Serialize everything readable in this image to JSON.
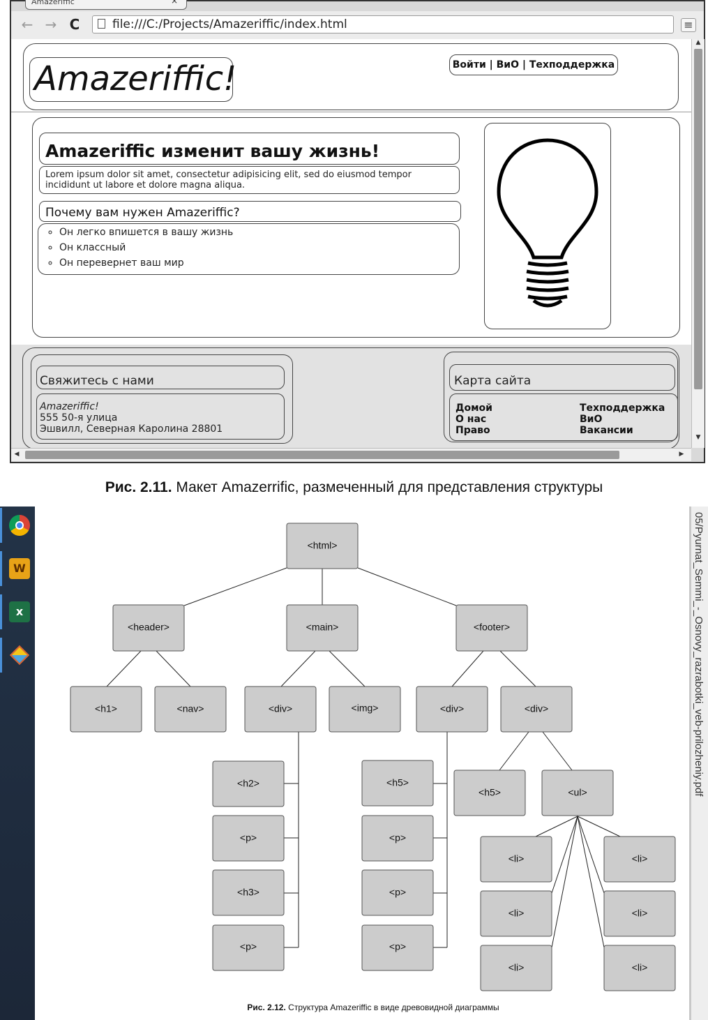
{
  "browser": {
    "tab_title": "Amazeriffic",
    "tab_close": "×",
    "back_icon": "←",
    "forward_icon": "→",
    "reload_icon": "C",
    "url": "file:///C:/Projects/Amazeriffic/index.html",
    "menu_icon": "≡"
  },
  "page": {
    "logo": "Amazeriffic!",
    "nav": "Войти | ВиО | Техподдержка",
    "headline": "Amazeriffic изменит вашу жизнь!",
    "lorem_line1": "Lorem ipsum dolor sit amet, consectetur adipisicing elit, sed do eiusmod tempor",
    "lorem_line2": "incididunt ut labore et dolore magna aliqua.",
    "why_title": "Почему вам нужен Amazeriffic?",
    "reasons": [
      "Он легко впишется в вашу жизнь",
      "Он классный",
      "Он перевернет ваш мир"
    ],
    "contact_title": "Свяжитесь с нами",
    "address_name": "Amazeriffic!",
    "address_street": "555 50-я улица",
    "address_city": "Эшвилл, Северная Каролина 28801",
    "sitemap_title": "Карта сайта",
    "sitemap_col1": [
      "Домой",
      "О нас",
      "Право"
    ],
    "sitemap_col2": [
      "Техподдержка",
      "ВиО",
      "Вакансии"
    ]
  },
  "caption1": {
    "label": "Рис. 2.11.",
    "text": " Макет Amazerrific, размеченный для представления структуры"
  },
  "taskbar": {
    "apps": [
      "chrome-icon",
      "w-app-icon",
      "excel-icon",
      "diamond-app-icon"
    ],
    "w_letter": "W",
    "x_letter": "x"
  },
  "right_panel": {
    "filename": "05/Pyurnat_Semmi_-_Osnovy_razrabotki_veb-prilozheniy.pdf"
  },
  "tree": {
    "html": "<html>",
    "header": "<header>",
    "main": "<main>",
    "footer": "<footer>",
    "h1": "<h1>",
    "nav": "<nav>",
    "main_div": "<div>",
    "img": "<img>",
    "footer_div1": "<div>",
    "footer_div2": "<div>",
    "main_children": [
      "<h2>",
      "<p>",
      "<h3>",
      "<p>"
    ],
    "div1_children": [
      "<h5>",
      "<p>",
      "<p>",
      "<p>"
    ],
    "div2_h5": "<h5>",
    "ul": "<ul>",
    "li_left": [
      "<li>",
      "<li>",
      "<li>"
    ],
    "li_right": [
      "<li>",
      "<li>",
      "<li>"
    ]
  },
  "caption2": {
    "label": "Рис. 2.12.",
    "text": " Структура Amazeriffic в виде древовидной диаграммы"
  }
}
